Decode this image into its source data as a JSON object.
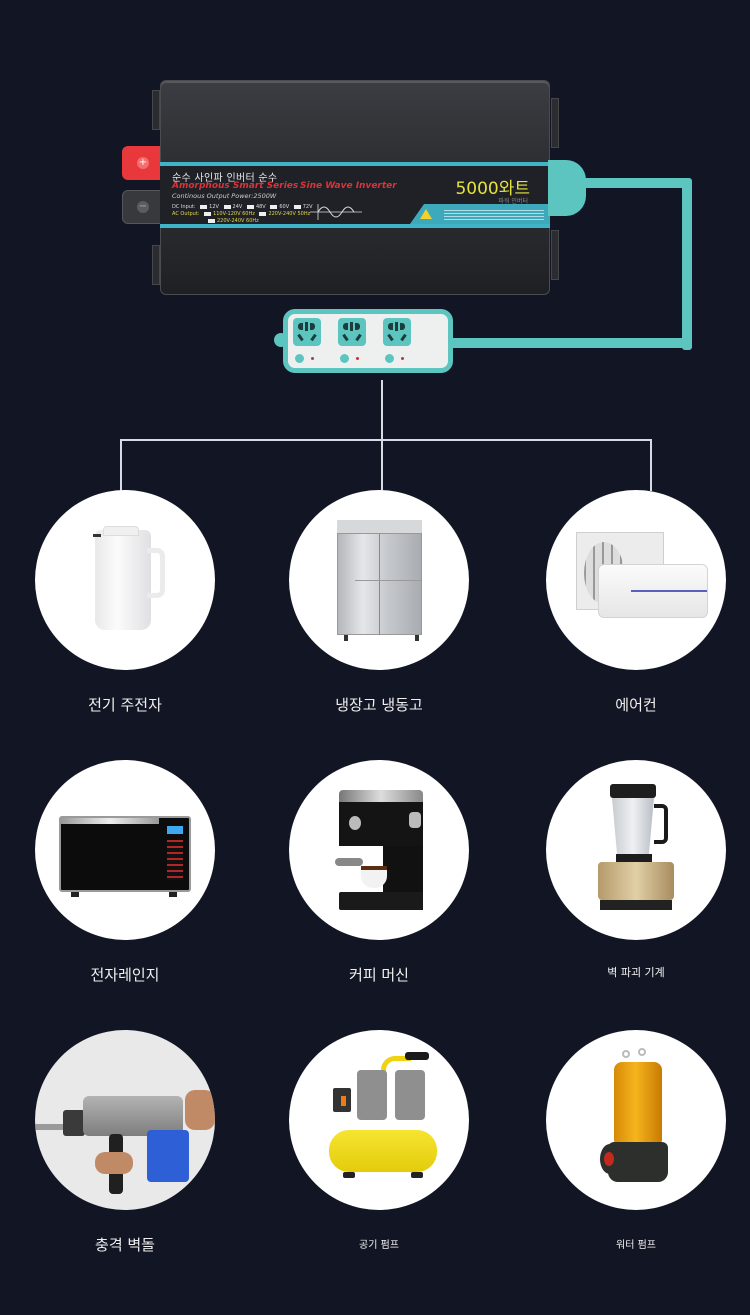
{
  "inverter": {
    "label_title_ko": "순수 사인파 인버터 순수",
    "series": "Amorphous Smart Series",
    "sine": "Sine Wave Inverter",
    "continuous_power": "Continous Output Power:2500W",
    "dc_input_label": "DC Input:",
    "dc_options": [
      "12V",
      "24V",
      "48V",
      "60V",
      "72V"
    ],
    "ac_output_label": "AC Output:",
    "ac_options": [
      "110V-120V 60Hz",
      "220V-240V 50Hz",
      "220V-240V 60Hz"
    ],
    "wattage": "5000와트",
    "sub_label": "파워 인버터",
    "terminal_positive": "+",
    "terminal_negative": "−",
    "colors": {
      "accent": "#3eb4c6",
      "cable": "#5cc5c0",
      "warning": "#f2d12a",
      "red": "#e8383c"
    }
  },
  "power_strip": {
    "sockets": 3
  },
  "appliances": [
    {
      "label": "전기 주전자",
      "icon": "kettle-icon"
    },
    {
      "label": "냉장고 냉동고",
      "icon": "refrigerator-icon"
    },
    {
      "label": "에어컨",
      "icon": "air-conditioner-icon"
    },
    {
      "label": "전자레인지",
      "icon": "microwave-icon"
    },
    {
      "label": "커피 머신",
      "icon": "coffee-machine-icon"
    },
    {
      "label": "벽 파괴 기계",
      "icon": "blender-icon"
    },
    {
      "label": "충격 벽돌",
      "icon": "impact-drill-icon"
    },
    {
      "label": "공기 펌프",
      "icon": "air-compressor-icon"
    },
    {
      "label": "워터 펌프",
      "icon": "water-pump-icon"
    }
  ],
  "colors": {
    "background": "#121624",
    "line": "#d8dbe4"
  }
}
